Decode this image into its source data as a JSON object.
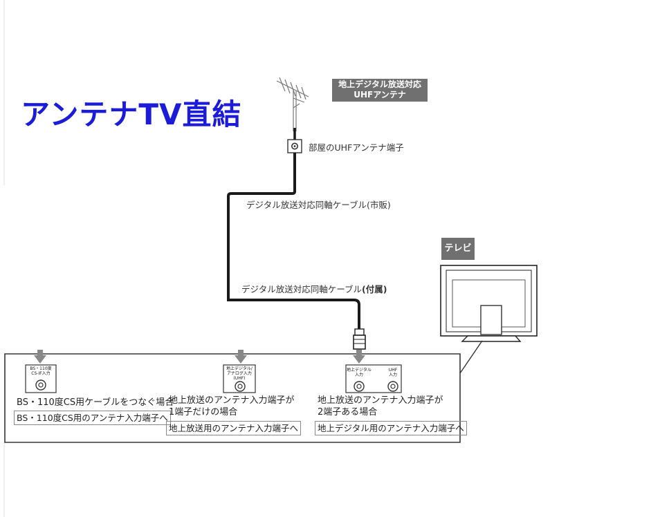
{
  "title": "アンテナTV直結",
  "antenna_label": [
    "地上デジタル放送対応",
    "UHFアンテナ"
  ],
  "room_terminal_label": "部屋のUHFアンテナ端子",
  "cable_label_sold": "デジタル放送対応同軸ケーブル(市販)",
  "cable_label_included_prefix": "デジタル放送対応同軸ケーブル",
  "cable_label_included_suffix": "(付属)",
  "tv_label": "テレビ",
  "panels": [
    {
      "port_labels": [
        "BS・110度",
        "CS-IF入力"
      ],
      "description": [
        "BS・110度CS用ケーブルをつなぐ場合"
      ],
      "instruction": "BS・110度CS用のアンテナ入力端子へ"
    },
    {
      "port_labels": [
        "地上デジタル/",
        "アナログ入力",
        "(UHF)"
      ],
      "description": [
        "地上放送のアンテナ入力端子が",
        "1端子だけの場合"
      ],
      "instruction": "地上放送用のアンテナ入力端子へ"
    },
    {
      "port_labels_left": [
        "地上デジタル",
        "入力"
      ],
      "port_labels_right": [
        "UHF",
        "入力"
      ],
      "description": [
        "地上放送のアンテナ入力端子が",
        "2端子ある場合"
      ],
      "instruction": "地上デジタル用のアンテナ入力端子へ"
    }
  ],
  "colors": {
    "title": "#1b1bd8",
    "label_box": "#707070",
    "cable": "#1a1a1a"
  }
}
